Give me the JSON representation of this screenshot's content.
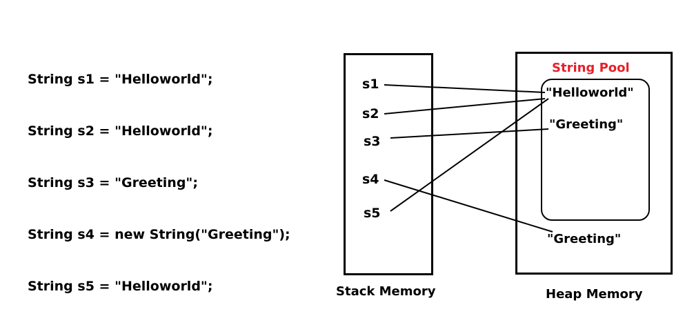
{
  "code_lines": [
    "String s1 = \"Helloworld\";",
    "String s2 = \"Helloworld\";",
    "String s3 = \"Greeting\";",
    "String s4 = new String(\"Greeting\");",
    "String s5 = \"Helloworld\";"
  ],
  "stack": {
    "caption": "Stack Memory",
    "vars": [
      "s1",
      "s2",
      "s3",
      "s4",
      "s5"
    ]
  },
  "heap": {
    "caption": "Heap Memory",
    "pool_title": "String Pool",
    "pool_strings": [
      "\"Helloworld\"",
      "\"Greeting\""
    ],
    "outside_string": "\"Greeting\""
  },
  "colors": {
    "pool_title": "#e8202a",
    "lines": "#000000"
  }
}
